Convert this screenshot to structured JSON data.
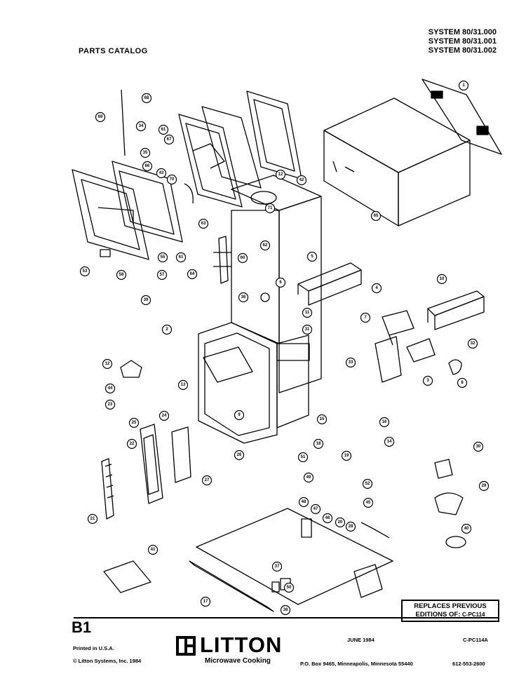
{
  "header": {
    "title": "PARTS CATALOG",
    "systems": [
      "SYSTEM 80/31.000",
      "SYSTEM 80/31.001",
      "SYSTEM 80/31.002"
    ]
  },
  "page_number": "B1",
  "replaces": {
    "line1": "REPLACES PREVIOUS",
    "line2_label": "EDITIONS OF:",
    "line2_code": "C-PC114"
  },
  "footer": {
    "printed": "Printed in U.S.A.",
    "copyright": "© Litton Systems, Inc. 1984",
    "brand": "LITTON",
    "tagline": "Microwave Cooking",
    "date": "JUNE 1984",
    "catalog_code": "C-PC114A",
    "address": "P.O. Box 9465, Minneapolis, Minnesota 55440",
    "phone": "612-553-2600"
  },
  "callouts": [
    "68",
    "69",
    "34",
    "61",
    "35",
    "67",
    "66",
    "43",
    "70",
    "71",
    "12",
    "42",
    "1",
    "65",
    "63",
    "62",
    "64",
    "53",
    "58",
    "57",
    "55",
    "61",
    "60",
    "36",
    "39",
    "2",
    "5",
    "6",
    "4",
    "10",
    "7",
    "11",
    "31",
    "32",
    "33",
    "3",
    "8",
    "12",
    "13",
    "9",
    "44",
    "23",
    "24",
    "25",
    "26",
    "27",
    "21",
    "22",
    "15",
    "16",
    "18",
    "19",
    "14",
    "52",
    "51",
    "49",
    "45",
    "48",
    "47",
    "46",
    "20",
    "28",
    "30",
    "29",
    "40",
    "41",
    "17",
    "37",
    "38",
    "50"
  ]
}
